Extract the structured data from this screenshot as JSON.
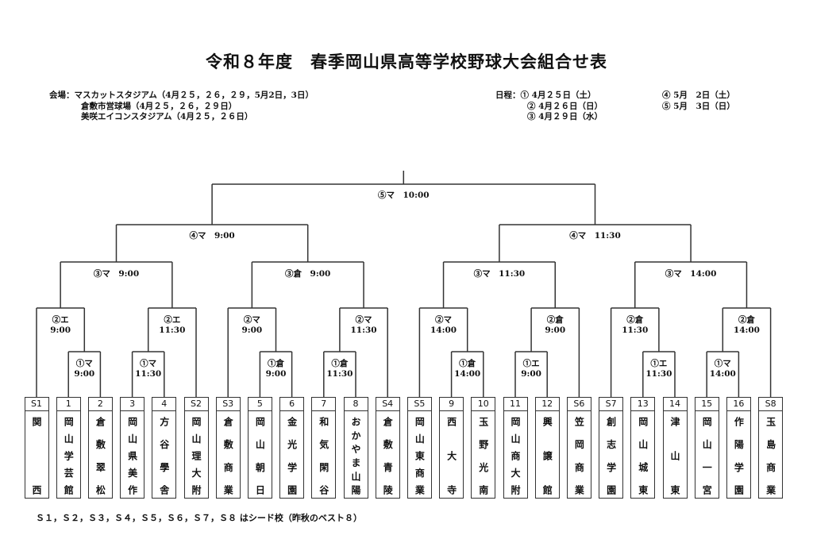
{
  "title": "令和８年度　春季岡山県高等学校野球大会組合せ表",
  "venues": {
    "label": "会場：",
    "items": [
      "マスカットスタジアム（4月２５，２６，２９，5月2日，3日）",
      "倉敷市営球場（4月２５，２６，２９日）",
      "美咲エイコンスタジアム（4月２５，２６日）"
    ]
  },
  "schedule": {
    "label": "日程：",
    "items": [
      "① 4月２５日（土）",
      "② 4月２６日（日）",
      "③ 4月２９日（水）",
      "④ 5月　2日（土）",
      "⑤ 5月　3日（日）"
    ]
  },
  "teams": [
    {
      "no": "S1",
      "name": "関西"
    },
    {
      "no": "1",
      "name": "岡山学芸館"
    },
    {
      "no": "2",
      "name": "倉敷翠松"
    },
    {
      "no": "3",
      "name": "岡山県美作"
    },
    {
      "no": "4",
      "name": "方谷學舎"
    },
    {
      "no": "S2",
      "name": "岡山理大附"
    },
    {
      "no": "S3",
      "name": "倉敷商業"
    },
    {
      "no": "5",
      "name": "岡山朝日"
    },
    {
      "no": "6",
      "name": "金光学園"
    },
    {
      "no": "7",
      "name": "和気閑谷"
    },
    {
      "no": "8",
      "name": "おかやま山陽"
    },
    {
      "no": "S4",
      "name": "倉敷青陵"
    },
    {
      "no": "S5",
      "name": "岡山東商業"
    },
    {
      "no": "9",
      "name": "西大寺"
    },
    {
      "no": "10",
      "name": "玉野光南"
    },
    {
      "no": "11",
      "name": "岡山商大附"
    },
    {
      "no": "12",
      "name": "興譲館"
    },
    {
      "no": "S6",
      "name": "笠岡商業"
    },
    {
      "no": "S7",
      "name": "創志学園"
    },
    {
      "no": "13",
      "name": "岡山城東"
    },
    {
      "no": "14",
      "name": "津山東"
    },
    {
      "no": "15",
      "name": "岡山一宮"
    },
    {
      "no": "16",
      "name": "作陽学園"
    },
    {
      "no": "S8",
      "name": "玉島商業"
    }
  ],
  "rounds": {
    "r1": [
      [
        "①マ",
        "9:00"
      ],
      [
        "①マ",
        "11:30"
      ],
      [
        "①倉",
        "9:00"
      ],
      [
        "①倉",
        "11:30"
      ],
      [
        "①倉",
        "14:00"
      ],
      [
        "①エ",
        "9:00"
      ],
      [
        "①エ",
        "11:30"
      ],
      [
        "①マ",
        "14:00"
      ]
    ],
    "r2": [
      [
        "②エ",
        "9:00"
      ],
      [
        "②エ",
        "11:30"
      ],
      [
        "②マ",
        "9:00"
      ],
      [
        "②マ",
        "11:30"
      ],
      [
        "②マ",
        "14:00"
      ],
      [
        "②倉",
        "9:00"
      ],
      [
        "②倉",
        "11:30"
      ],
      [
        "②倉",
        "14:00"
      ]
    ],
    "r3": [
      "③マ　9:00",
      "③倉　9:00",
      "③マ　11:30",
      "③マ　14:00"
    ],
    "r4": [
      "④マ　9:00",
      "④マ　11:30"
    ],
    "final": "⑤マ　10:00"
  },
  "footnote": "Ｓ１，Ｓ２，Ｓ３，Ｓ４，Ｓ５，Ｓ６，Ｓ７，Ｓ８ はシード校（昨秋のベスト８）"
}
